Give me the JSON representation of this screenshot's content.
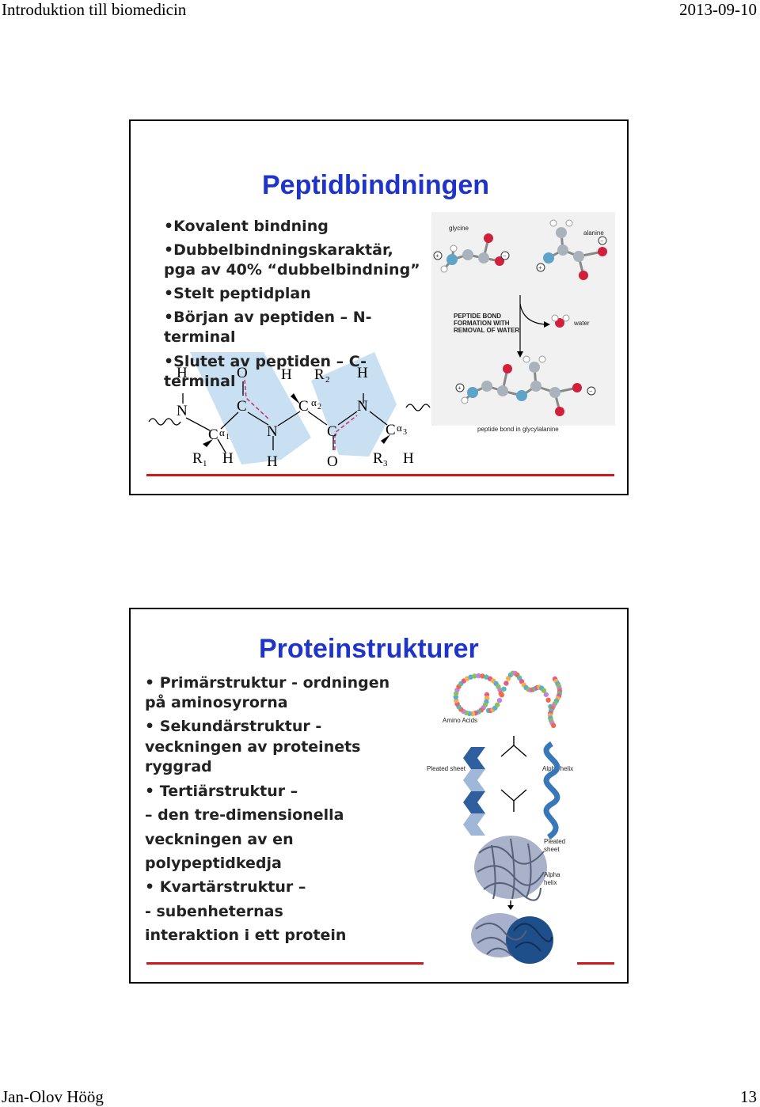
{
  "header": {
    "left": "Introduktion till biomedicin",
    "right": "2013-09-10"
  },
  "footer": {
    "author": "Jan-Olov Höög",
    "page": "13"
  },
  "slide1": {
    "title": "Peptidbindningen",
    "bullets": [
      {
        "lines": [
          "•Kovalent bindning"
        ]
      },
      {
        "lines": [
          "•Dubbelbindningskaraktär,",
          "pga av 40% “dubbelbindning”"
        ]
      },
      {
        "lines": [
          "•Stelt peptidplan"
        ]
      },
      {
        "lines": [
          "•Början av peptiden – N-",
          "terminal"
        ]
      },
      {
        "lines": [
          "•Slutet av peptiden – C-",
          "terminal"
        ]
      }
    ],
    "figure_labels": {
      "glycine": "glycine",
      "alanine": "alanine",
      "water": "water",
      "reaction_1": "PEPTIDE BOND",
      "reaction_2": "FORMATION WITH",
      "reaction_3": "REMOVAL OF WATER",
      "caption": "peptide bond in glycylalanine"
    }
  },
  "slide2": {
    "title": "Proteinstrukturer",
    "lines": [
      "•   Primärstruktur - ordningen",
      "     på aminosyrorna",
      "•   Sekundärstruktur -",
      "     veckningen av proteinets",
      "     ryggrad",
      "•   Tertiärstruktur –",
      "       – den tre-dimensionella",
      "      veckningen av en",
      "      polypeptidkedja",
      "•   Kvartärstruktur –",
      "     - subenheternas",
      "     interaktion i ett protein"
    ],
    "figure_labels": {
      "amino_acids": "Amino Acids",
      "pleated_sheet": "Pleated sheet",
      "alpha_helix": "Alpha helix",
      "pleated_sheet_2a": "Pleated",
      "pleated_sheet_2b": "sheet",
      "alpha_helix_2a": "Alpha",
      "alpha_helix_2b": "helix"
    }
  },
  "colors": {
    "title": "#1f34c8",
    "rule": "#d01818"
  }
}
